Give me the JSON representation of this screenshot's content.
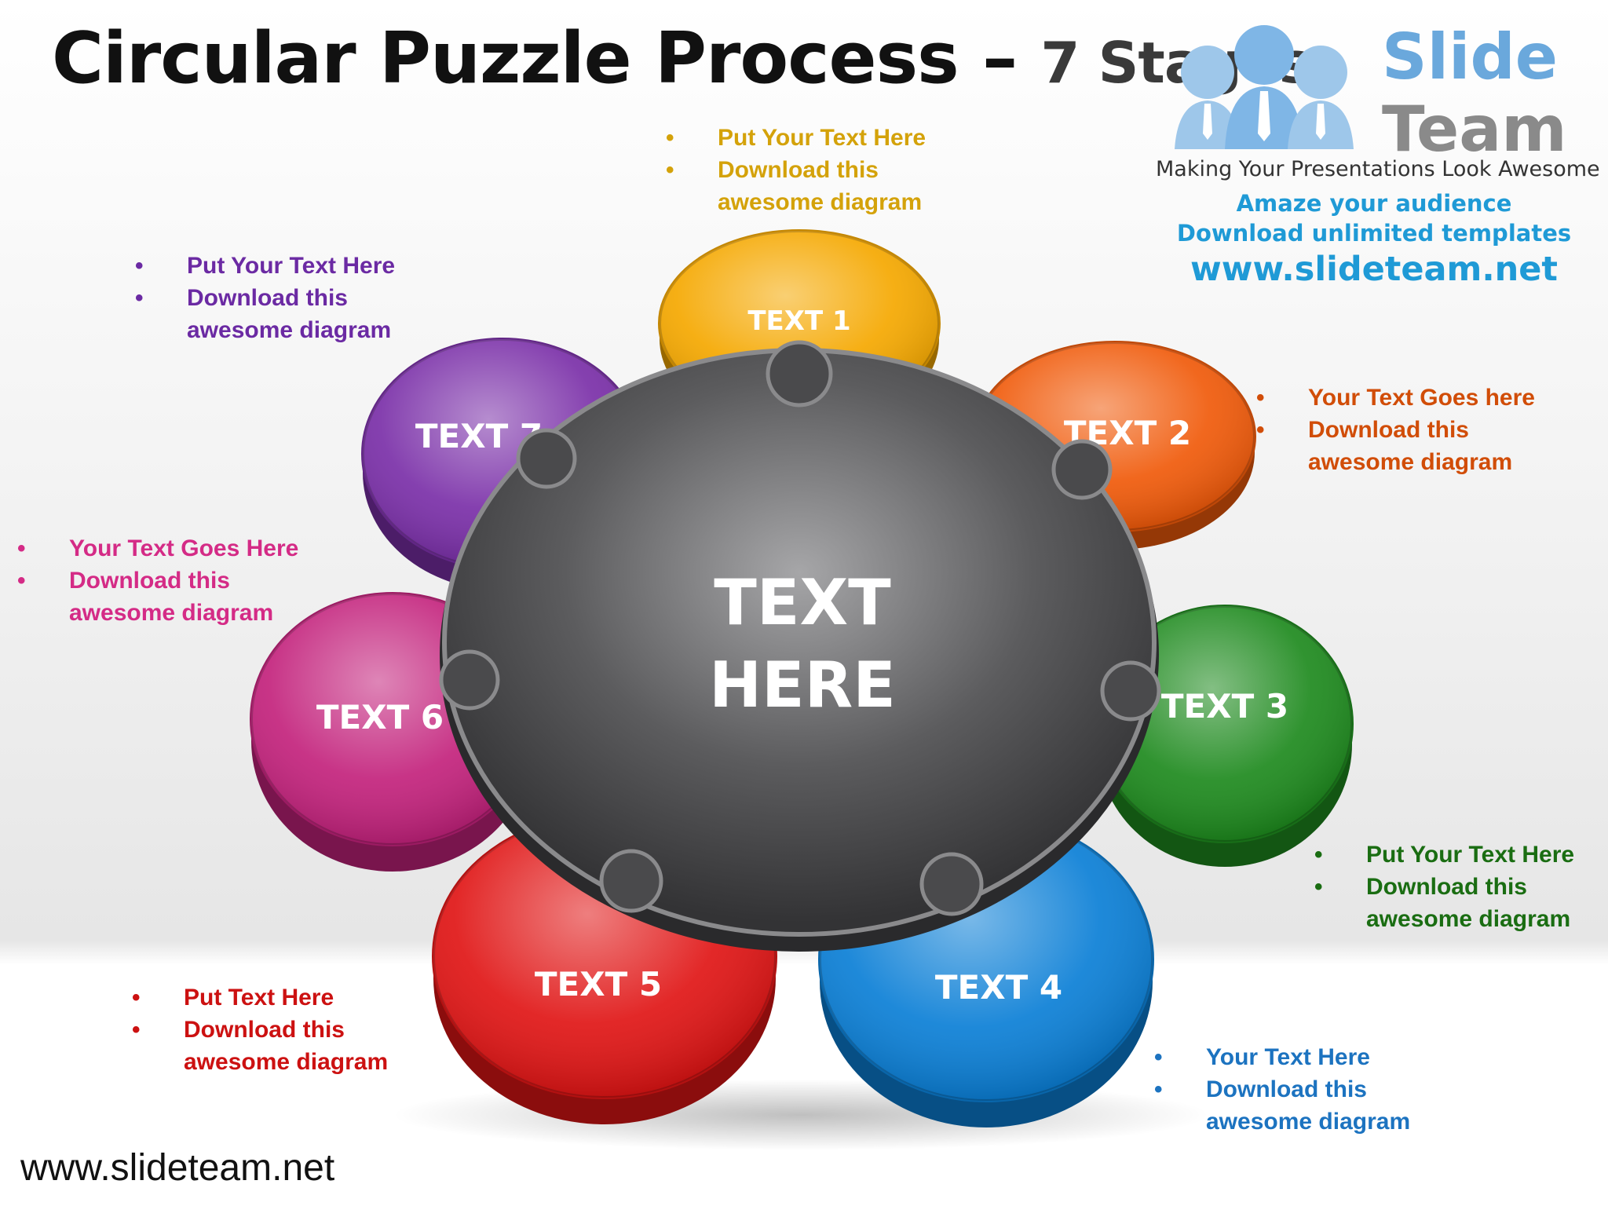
{
  "title": {
    "main": "Circular Puzzle Process – ",
    "sub": "7 Stages"
  },
  "logo": {
    "brand_line1": "Slide",
    "brand_line2": "Team",
    "tagline": "Making Your Presentations Look Awesome",
    "promo1": "Amaze your audience",
    "promo2": "Download unlimited templates",
    "website": "www.slideteam.net",
    "icon": "people-group-icon"
  },
  "center": {
    "line1": "TEXT",
    "line2": "HERE",
    "color": "#4a4a4c"
  },
  "pieces": [
    {
      "label": "TEXT 1",
      "color": "#f5a800"
    },
    {
      "label": "TEXT 2",
      "color": "#f05a0a"
    },
    {
      "label": "TEXT 3",
      "color": "#1e8a1e"
    },
    {
      "label": "TEXT 4",
      "color": "#0b7fd6"
    },
    {
      "label": "TEXT 5",
      "color": "#e01515"
    },
    {
      "label": "TEXT 6",
      "color": "#c3227c"
    },
    {
      "label": "TEXT 7",
      "color": "#7a2fa8"
    }
  ],
  "callouts": [
    {
      "id": "c1",
      "color": "#d4a20a",
      "b1": "Put Your Text Here",
      "b2": "Download this",
      "b3": "awesome diagram"
    },
    {
      "id": "c2",
      "color": "#d14d08",
      "b1": "Your Text Goes here",
      "b2": "Download this",
      "b3": "awesome diagram"
    },
    {
      "id": "c3",
      "color": "#1a6d12",
      "b1": "Put Your Text Here",
      "b2": "Download this",
      "b3": "awesome diagram"
    },
    {
      "id": "c4",
      "color": "#1c73c0",
      "b1": "Your Text Here",
      "b2": "Download this",
      "b3": "awesome diagram"
    },
    {
      "id": "c5",
      "color": "#cc1111",
      "b1": "Put Text Here",
      "b2": "Download this",
      "b3": "awesome diagram"
    },
    {
      "id": "c6",
      "color": "#d42b86",
      "b1": "Your Text Goes Here",
      "b2": "Download this",
      "b3": "awesome diagram"
    },
    {
      "id": "c7",
      "color": "#6b2aa3",
      "b1": "Put Your Text Here",
      "b2": "Download this",
      "b3": "awesome diagram"
    }
  ],
  "footer": "www.slideteam.net"
}
